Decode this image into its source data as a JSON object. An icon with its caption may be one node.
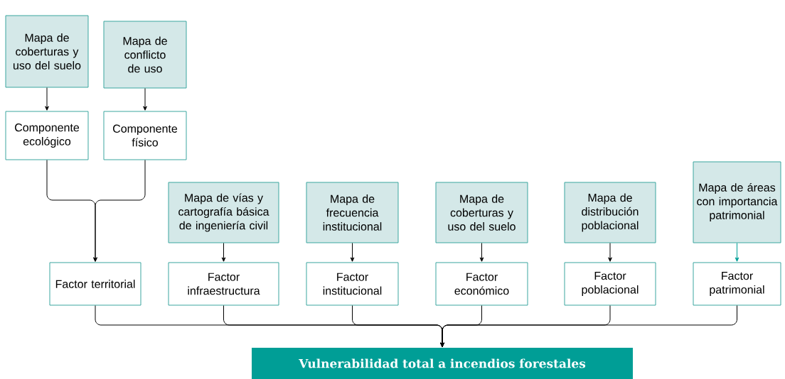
{
  "diagram": {
    "nodes": [
      {
        "text": [
          "Mapa de coberturas y uso del suelo"
        ]
      },
      {
        "text": [
          "Mapa de conflicto de uso"
        ]
      },
      {
        "text": [
          "Componente ecológico"
        ]
      },
      {
        "text": [
          "Componente físico"
        ]
      },
      {
        "text": [
          "Mapa de vías y cartografía básica de ingeniería civil"
        ]
      },
      {
        "text": [
          "Mapa de frecuencia institucional"
        ]
      },
      {
        "text": [
          "Mapa de coberturas y uso del suelo"
        ]
      },
      {
        "text": [
          "Mapa de distribución poblacional"
        ]
      },
      {
        "text": [
          "Mapa de áreas con importancia patrimonial"
        ]
      },
      {
        "text": [
          "Factor territorial"
        ]
      },
      {
        "text": [
          "Factor infraestructura"
        ]
      },
      {
        "text": [
          "Factor institucional"
        ]
      },
      {
        "text": [
          "Factor económico"
        ]
      },
      {
        "text": [
          "Factor poblacional"
        ]
      },
      {
        "text": [
          "Factor patrimonial"
        ]
      },
      {
        "text": [
          "Vulnerabilidad total a incendios forestales"
        ]
      }
    ],
    "edges": [
      {
        "from": 0,
        "to": 2,
        "arrow": "to"
      },
      {
        "from": 1,
        "to": 3,
        "arrow": "to"
      },
      {
        "from": 2,
        "to": 9,
        "arrow": "to"
      },
      {
        "from": 3,
        "to": 9,
        "arrow": "to"
      },
      {
        "from": 4,
        "to": 10,
        "arrow": "to"
      },
      {
        "from": 5,
        "to": 11,
        "arrow": "to"
      },
      {
        "from": 6,
        "to": 12,
        "arrow": "to"
      },
      {
        "from": 7,
        "to": 13,
        "arrow": "to"
      },
      {
        "from": 8,
        "to": 14,
        "arrow": "to",
        "color": "#009e96"
      },
      {
        "from": 9,
        "to": 15,
        "arrow": "to"
      },
      {
        "from": 10,
        "to": 15,
        "arrow": "to"
      },
      {
        "from": 11,
        "to": 15,
        "arrow": "to"
      },
      {
        "from": 12,
        "to": 15,
        "arrow": "to"
      },
      {
        "from": 13,
        "to": 15,
        "arrow": "to"
      },
      {
        "from": 14,
        "to": 15,
        "arrow": "to"
      }
    ]
  }
}
